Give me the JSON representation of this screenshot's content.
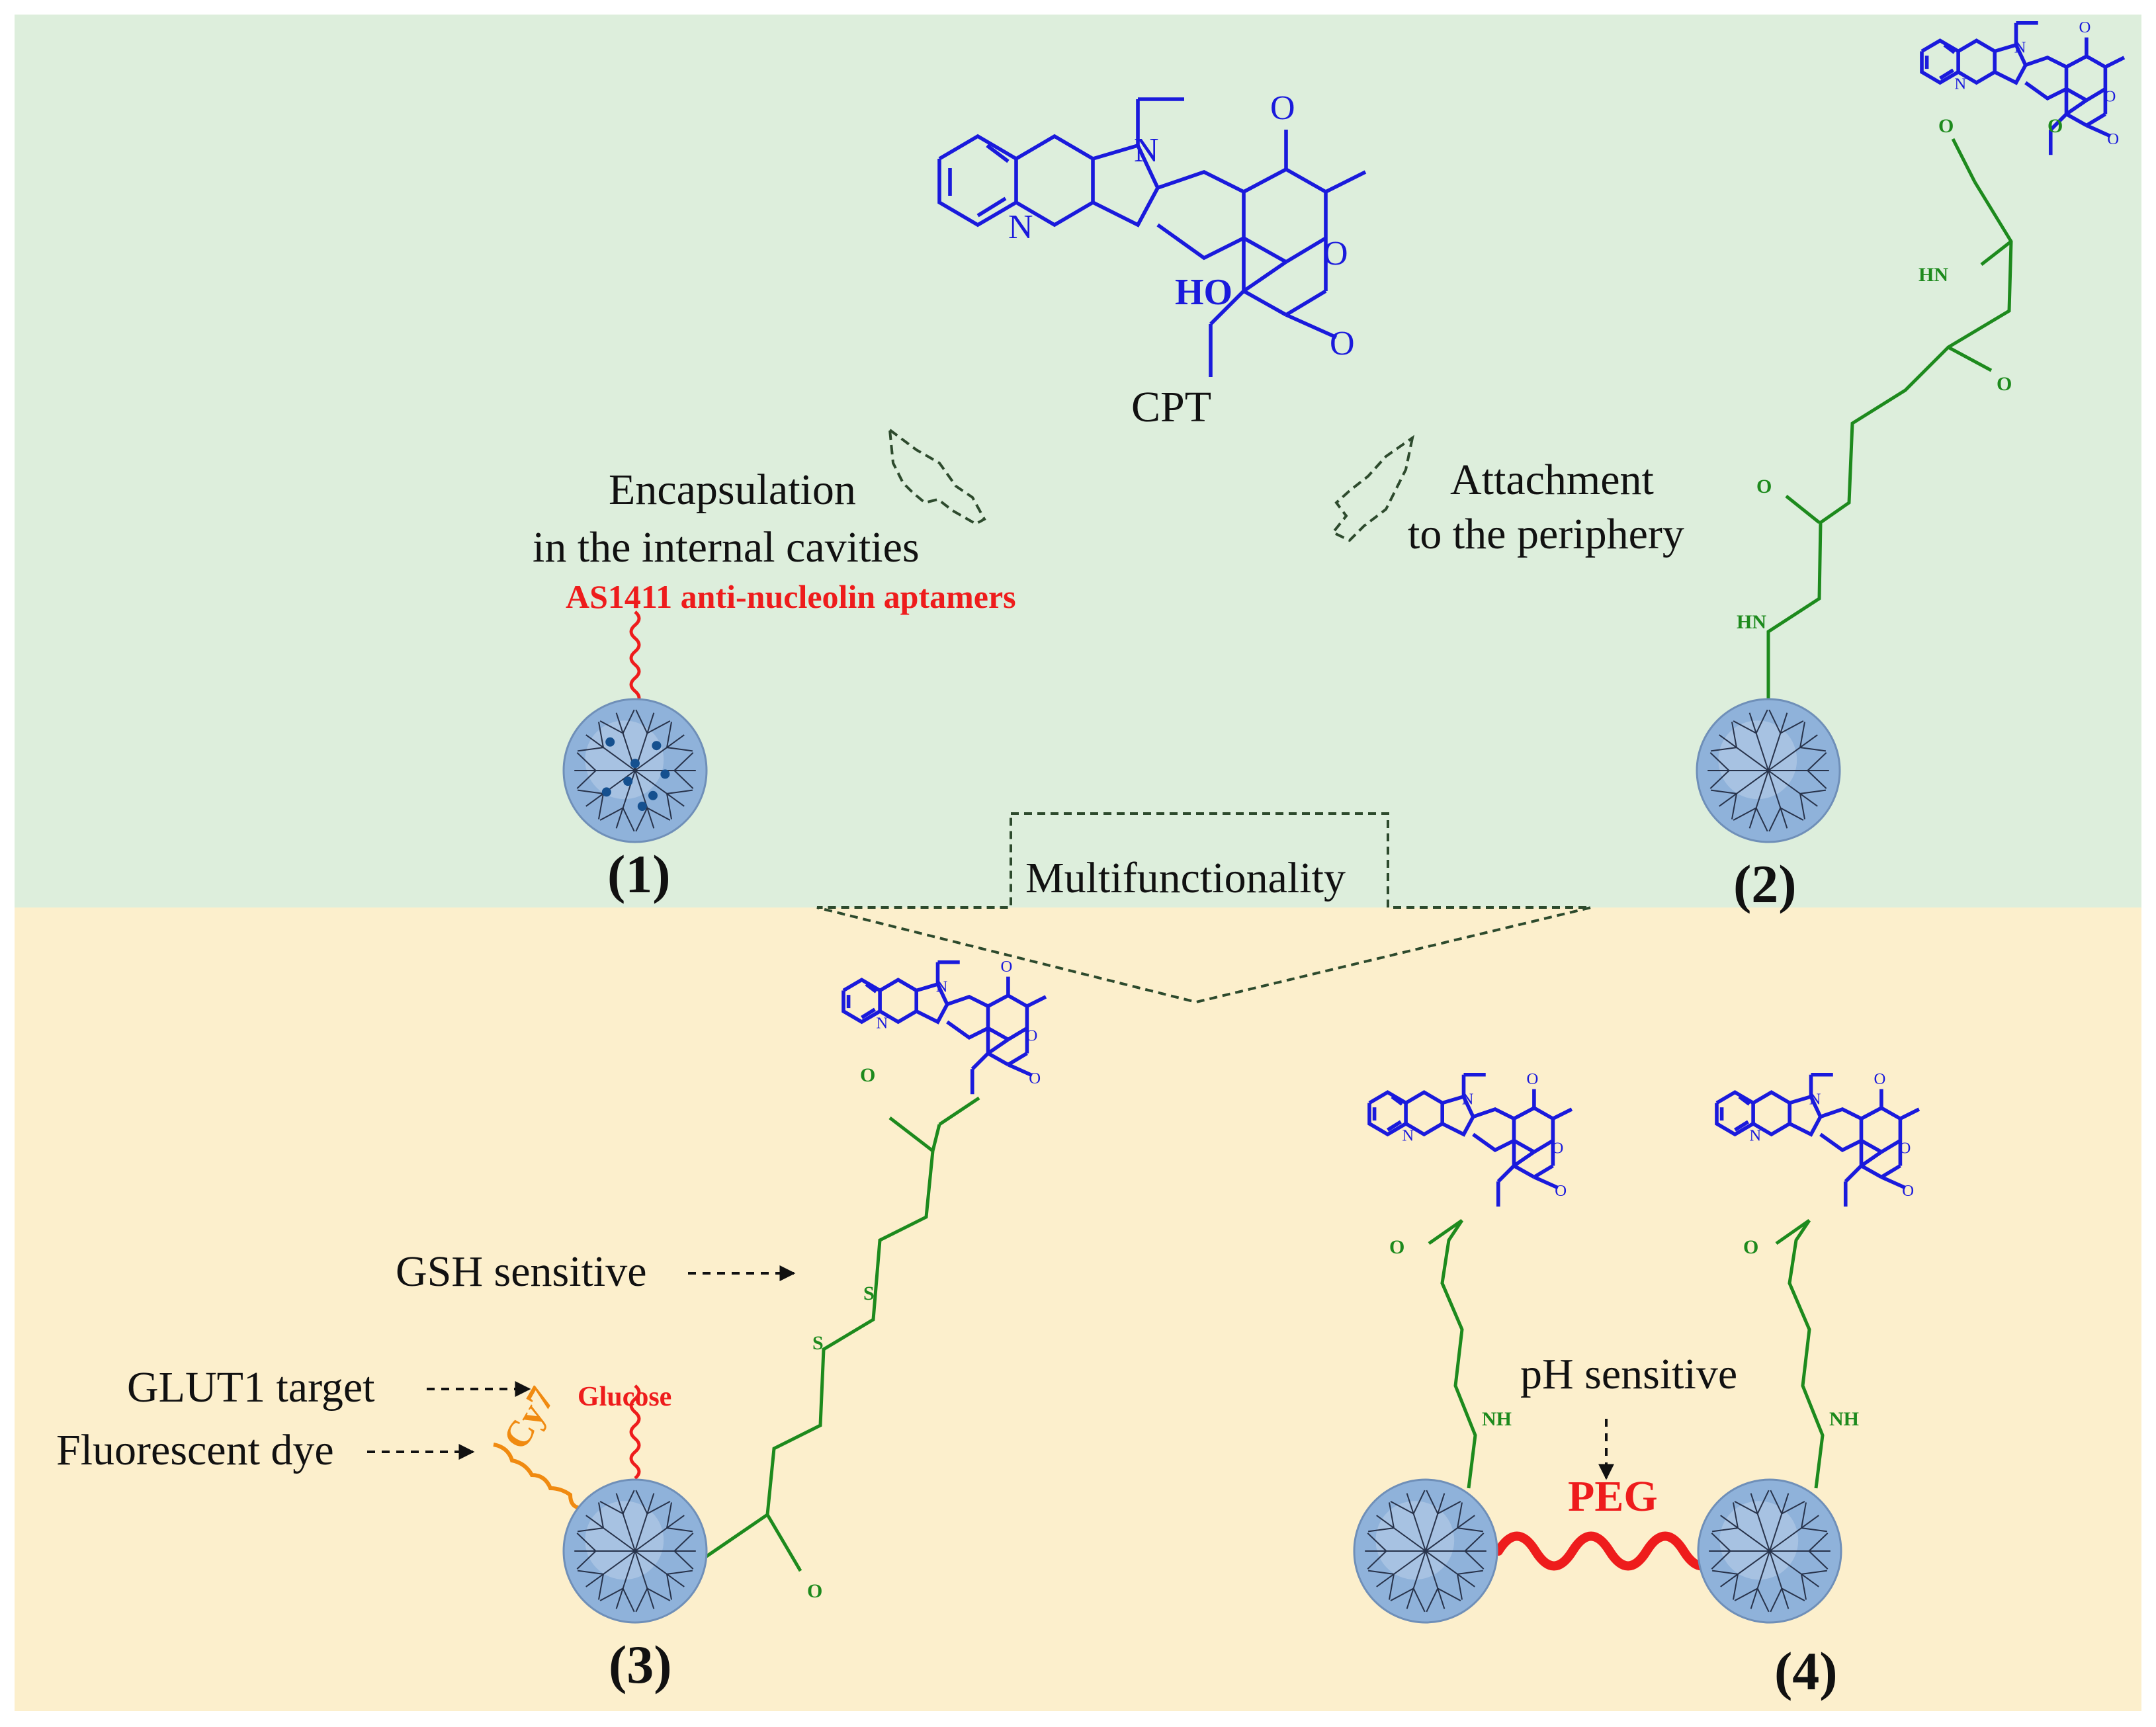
{
  "colors": {
    "top_bg": "#ddeedc",
    "bottom_bg": "#fcefcc",
    "cpt": "#1a1adc",
    "linker": "#1d8a1d",
    "aptamer": "#ee1c1c",
    "dye": "#f08a10",
    "sphere": "#8fb2da",
    "arrow": "#2d4a2d"
  },
  "icons": {
    "dendrimer": "dendrimer-icon",
    "block_arrow": "hollow-arrow-icon"
  },
  "labels": {
    "cpt": "CPT",
    "encapsulation_line1": "Encapsulation",
    "encapsulation_line2": "in the internal cavities",
    "attachment_line1": "Attachment",
    "attachment_line2": "to the periphery",
    "aptamer": "AS1411 anti-nucleolin aptamers",
    "multifunctionality": "Multifunctionality",
    "gsh": "GSH sensitive",
    "glut1": "GLUT1 target",
    "dye": "Fluorescent dye",
    "glucose": "Glucose",
    "cy7": "Cy7",
    "ph": "pH sensitive",
    "peg": "PEG",
    "n1": "(1)",
    "n2": "(2)",
    "n3": "(3)",
    "n4": "(4)"
  },
  "atoms": {
    "N": "N",
    "O": "O",
    "HO": "HO",
    "HN": "HN",
    "NH": "NH",
    "S": "S"
  }
}
